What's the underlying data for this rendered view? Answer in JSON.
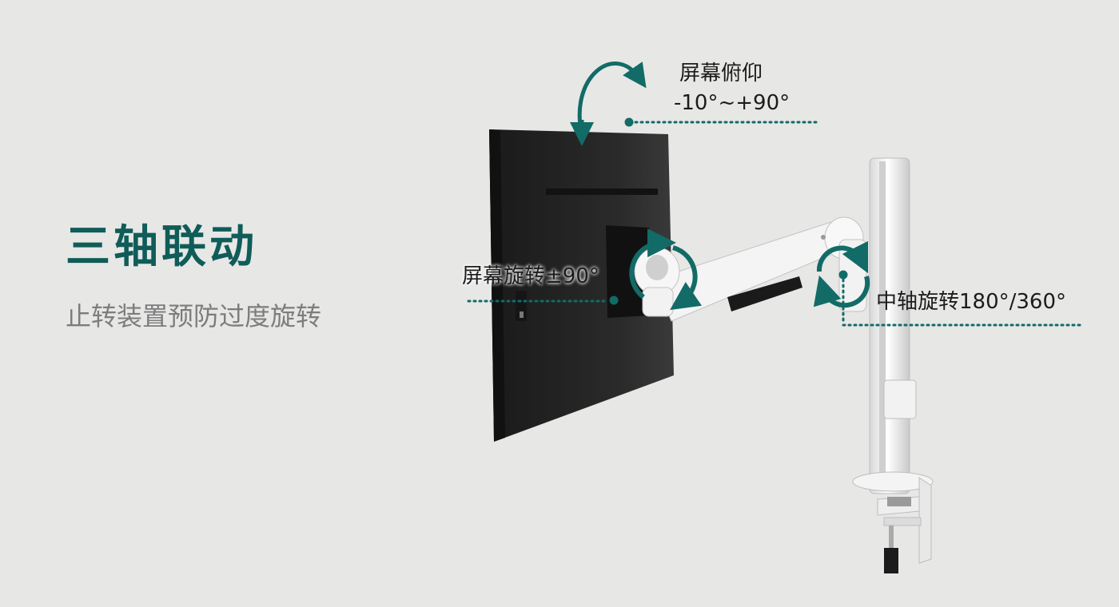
{
  "headline": "三轴联动",
  "subline": "止转装置预防过度旋转",
  "callouts": {
    "tilt_label": "屏幕俯仰",
    "tilt_range": "-10°~+90°",
    "rotate_label": "屏幕旋转±90°",
    "swivel_label": "中轴旋转180°/360°"
  },
  "colors": {
    "accent": "#126b66",
    "headline": "#0f5c58",
    "subline": "#7d7d7d",
    "background": "#e7e7e6"
  },
  "icons": [
    "tilt-arrow-icon",
    "rotate-arrow-icon",
    "swivel-arrow-icon"
  ]
}
